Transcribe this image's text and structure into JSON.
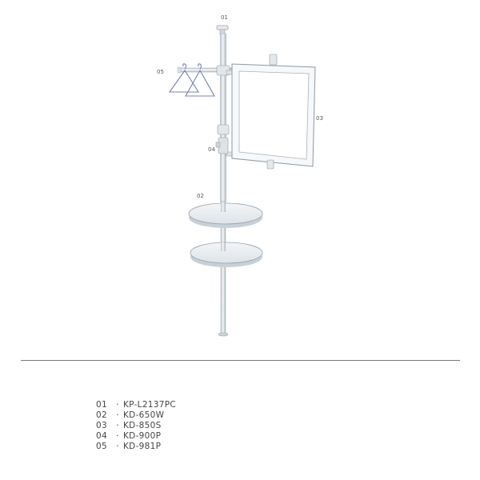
{
  "callouts": {
    "c01": "01",
    "c02": "02",
    "c03": "03",
    "c04": "04",
    "c05": "05"
  },
  "legend": [
    {
      "num": "01",
      "sep": "·",
      "code": "KP-L2137PC"
    },
    {
      "num": "02",
      "sep": "·",
      "code": "KD-650W"
    },
    {
      "num": "03",
      "sep": "·",
      "code": "KD-850S"
    },
    {
      "num": "04",
      "sep": "·",
      "code": "KD-900P"
    },
    {
      "num": "05",
      "sep": "·",
      "code": "KD-981P"
    }
  ],
  "colors": {
    "pole": "#dfe3e7",
    "pole_edge": "#9aa3ab",
    "table_top": "#eef2f5",
    "table_edge": "#9aa3ab",
    "frame": "#f4f6f8",
    "hanger": "#7a7fb0",
    "divider": "#777777"
  }
}
